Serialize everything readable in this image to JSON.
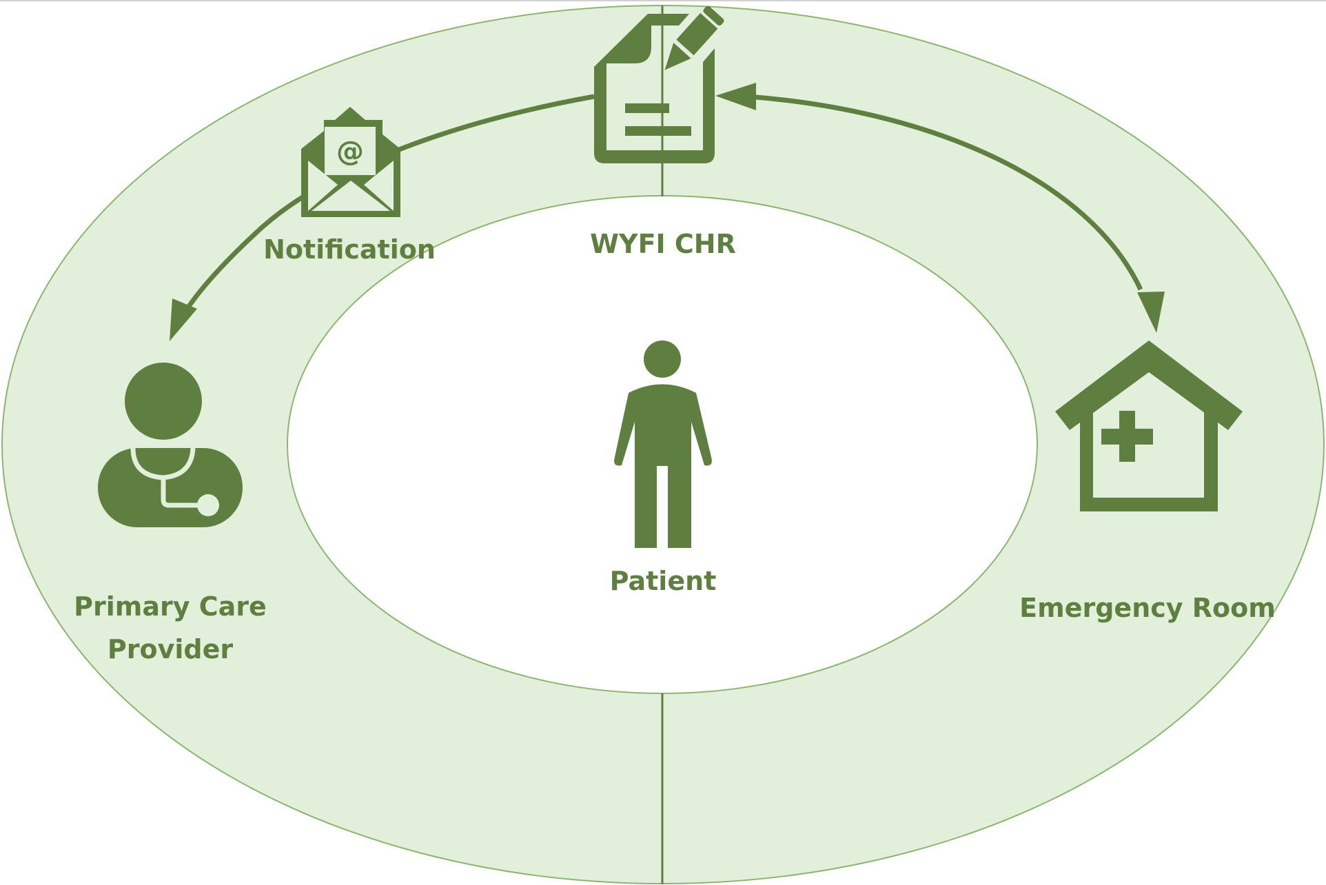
{
  "colors": {
    "ring_fill": "#e2efda",
    "ring_stroke": "#8cb56f",
    "icon": "#5e7f3f",
    "center_fill": "#ffffff"
  },
  "nodes": {
    "chr": {
      "label": "WYFI CHR",
      "icon": "document-edit-icon"
    },
    "notification": {
      "label": "Notification",
      "icon": "envelope-at-icon"
    },
    "patient": {
      "label": "Patient",
      "icon": "person-icon"
    },
    "pcp": {
      "label_line1": "Primary Care",
      "label_line2": "Provider",
      "icon": "doctor-stethoscope-icon"
    },
    "er": {
      "label": "Emergency Room",
      "icon": "hospital-house-icon"
    }
  },
  "edges": [
    {
      "from": "WYFI CHR",
      "to": "Primary Care Provider",
      "via": "Notification",
      "direction": "one-way"
    },
    {
      "from": "WYFI CHR",
      "to": "Emergency Room",
      "direction": "two-way"
    }
  ]
}
